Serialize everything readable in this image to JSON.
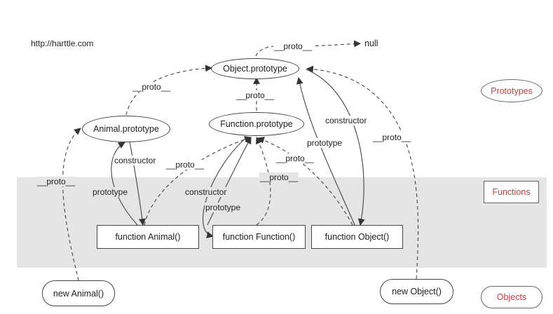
{
  "site": "http://harttle.com",
  "nodes": {
    "null": "null",
    "object_prototype": "Object.prototype",
    "function_prototype": "Function.prototype",
    "animal_prototype": "Animal.prototype",
    "function_animal": "function Animal()",
    "function_function": "function Function()",
    "function_object": "function Object()",
    "new_animal": "new Animal()",
    "new_object": "new Object()"
  },
  "legend": {
    "prototypes": "Prototypes",
    "functions": "Functions",
    "objects": "Objects",
    "color": "#d23a3a"
  },
  "labels": {
    "proto": "__proto__",
    "constructor": "constructor",
    "prototype": "prototype"
  },
  "colors": {
    "band": "#e5e5e5",
    "stroke": "#444444"
  }
}
